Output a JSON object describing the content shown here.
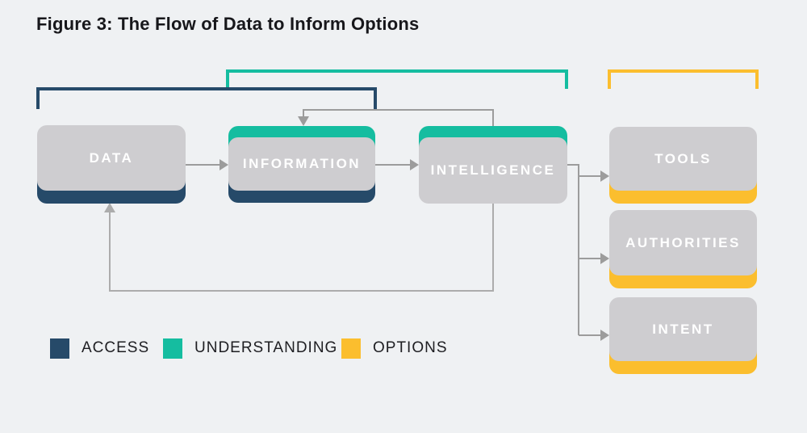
{
  "figure": {
    "title": "Figure 3: The Flow of Data to Inform Options"
  },
  "nodes": {
    "data": {
      "label": "DATA",
      "phases": [
        "access"
      ]
    },
    "information": {
      "label": "INFORMATION",
      "phases": [
        "access",
        "understanding"
      ]
    },
    "intelligence": {
      "label": "INTELLIGENCE",
      "phases": [
        "understanding"
      ]
    },
    "tools": {
      "label": "TOOLS",
      "phases": [
        "options"
      ]
    },
    "authorities": {
      "label": "AUTHORITIES",
      "phases": [
        "options"
      ]
    },
    "intent": {
      "label": "INTENT",
      "phases": [
        "options"
      ]
    }
  },
  "flows": [
    "DATA -> INFORMATION",
    "INFORMATION -> INTELLIGENCE",
    "INTELLIGENCE -> TOOLS",
    "INTELLIGENCE -> AUTHORITIES",
    "INTELLIGENCE -> INTENT",
    "INTELLIGENCE -> INFORMATION (feedback loop, top)",
    "INTELLIGENCE -> DATA (feedback loop, bottom)"
  ],
  "legend": {
    "items": [
      {
        "label": "ACCESS",
        "color": "#264A69"
      },
      {
        "label": "UNDERSTANDING",
        "color": "#15BDA0"
      },
      {
        "label": "OPTIONS",
        "color": "#FBBE2E"
      }
    ]
  },
  "colors": {
    "background": "#EFF1F3",
    "node_fill": "#CECDD0",
    "node_text": "#FFFFFF",
    "access": "#264A69",
    "understanding": "#15BDA0",
    "options": "#FBBE2E",
    "connector": "#9C9C9C",
    "feedback_connector": "#ACACAC",
    "title_text": "#17171B"
  }
}
